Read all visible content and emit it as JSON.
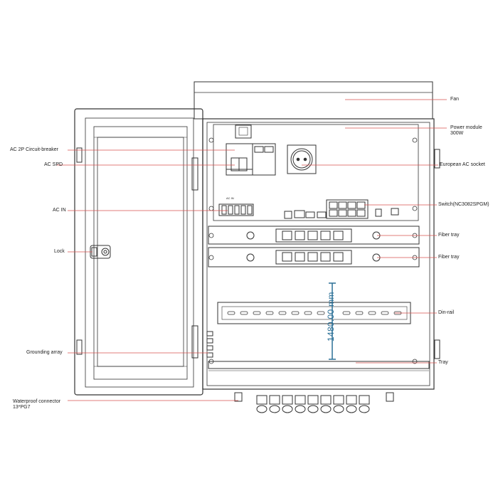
{
  "labels": {
    "fan": "Fan",
    "power_module": "Power module",
    "power_module_watt": "300W",
    "european_ac_socket": "European AC socket",
    "switch": "Switch(NC3082SPGM)",
    "fiber_tray_1": "Fiber tray",
    "fiber_tray_2": "Fiber tray",
    "din_rail": "Din-rail",
    "tray": "Tray",
    "ac_2p_circuit_breaker": "AC 2P Circuit-breaker",
    "ac_spd": "AC SPD",
    "ac_in": "AC IN",
    "lock": "Lock",
    "grounding_array": "Grounding array",
    "waterproof_connector": "Waterproof connector",
    "waterproof_connector_spec": "13*PG7"
  },
  "dimension": "1480.00 mm",
  "ac_in_terminal_text": "AC IN",
  "colors": {
    "leader_line": "#d9534f",
    "outline": "#333333",
    "dimension": "#2a6f96"
  }
}
